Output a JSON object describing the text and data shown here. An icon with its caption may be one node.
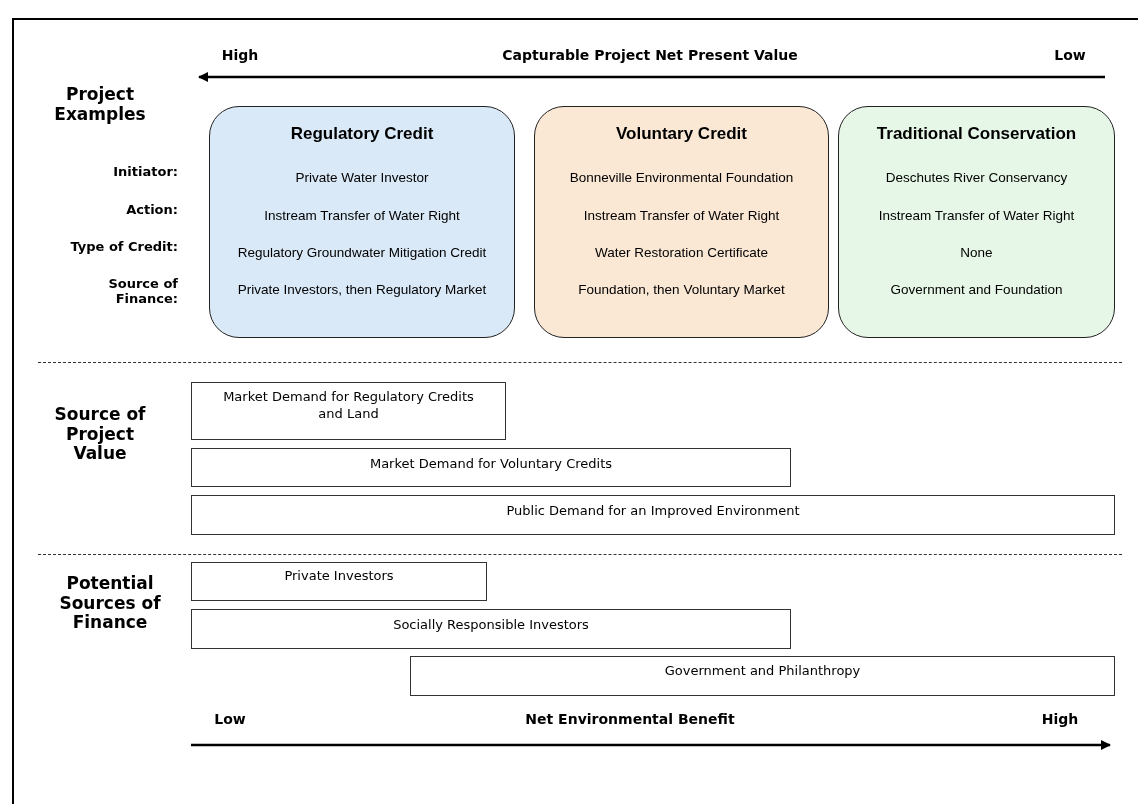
{
  "diagram": {
    "nodes": [
      {
        "text": [
          "Regulatory Credit",
          "Private Water Investor",
          "Instream Transfer of Water Right",
          "Regulatory Groundwater Mitigation Credit",
          "Private Investors, then Regulatory Market"
        ]
      },
      {
        "text": [
          "Voluntary Credit",
          "Bonneville Environmental Foundation",
          "Instream Transfer of Water Right",
          "Water Restoration Certificate",
          "Foundation, then Voluntary Market"
        ]
      },
      {
        "text": [
          "Traditional Conservation",
          "Deschutes River Conservancy",
          "Instream Transfer of Water Right",
          "None",
          "Government and Foundation"
        ]
      },
      {
        "text": [
          "Market Demand for Regulatory Credits and Land"
        ]
      },
      {
        "text": [
          "Market Demand for Voluntary Credits"
        ]
      },
      {
        "text": [
          "Public Demand for an Improved Environment"
        ]
      },
      {
        "text": [
          "Private Investors"
        ]
      },
      {
        "text": [
          "Socially Responsible Investors"
        ]
      },
      {
        "text": [
          "Government and Philanthropy"
        ]
      }
    ],
    "labels": [
      "High",
      "Capturable Project Net Present Value",
      "Low",
      "Project Examples",
      "Initiator:",
      "Action:",
      "Type of Credit:",
      "Source of Finance:",
      "Source of Project Value",
      "Potential Sources of Finance",
      "Low",
      "Net Environmental Benefit",
      "High"
    ]
  }
}
